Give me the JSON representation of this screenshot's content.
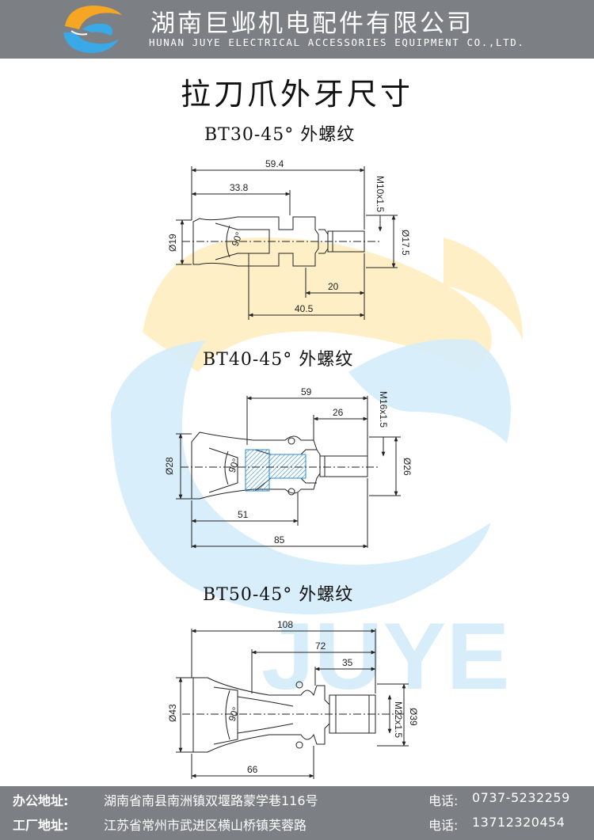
{
  "header": {
    "company_cn": "湖南巨邺机电配件有限公司",
    "company_en": "HUNAN JUYE ELECTRICAL ACCESSORIES EQUIPMENT CO.,LTD."
  },
  "watermark_text": "JUYE",
  "title": "拉刀爪外牙尺寸",
  "sections": [
    {
      "label": "BT30-45° 外螺纹",
      "dims": {
        "total": "59.4",
        "mid": "33.8",
        "thread": "M10x1.5",
        "left_dia": "Ø19",
        "right_dia": "Ø17.5",
        "angle": "90°",
        "bottom_a": "20",
        "bottom_b": "40.5"
      }
    },
    {
      "label": "BT40-45° 外螺纹",
      "dims": {
        "total": "59",
        "mid": "26",
        "thread": "M16x1.5",
        "left_dia": "Ø28",
        "right_dia": "Ø26",
        "angle": "90°",
        "bottom_a": "51",
        "bottom_b": "85"
      }
    },
    {
      "label": "BT50-45° 外螺纹",
      "dims": {
        "total": "108",
        "mid": "72",
        "inner": "35",
        "thread": "M22x1.5",
        "left_dia": "Ø43",
        "right_dia": "Ø39",
        "angle": "90°",
        "bottom_a": "66"
      }
    }
  ],
  "footer": {
    "office_label": "办公地址:",
    "office_addr": "湖南省南县南洲镇双堰路蒙学巷116号",
    "office_tel_label": "电话:",
    "office_tel": "0737-5232259",
    "factory_label": "工厂地址:",
    "factory_addr": "江苏省常州市武进区横山桥镇芙蓉路",
    "factory_tel_label": "电话:",
    "factory_tel": "13712320454"
  },
  "colors": {
    "header_bg": "#7c7f84",
    "watermark_yellow": "#fde9b3",
    "watermark_blue": "#d4ecfa",
    "logo_orange": "#f5a623",
    "logo_blue": "#39a9e8"
  }
}
